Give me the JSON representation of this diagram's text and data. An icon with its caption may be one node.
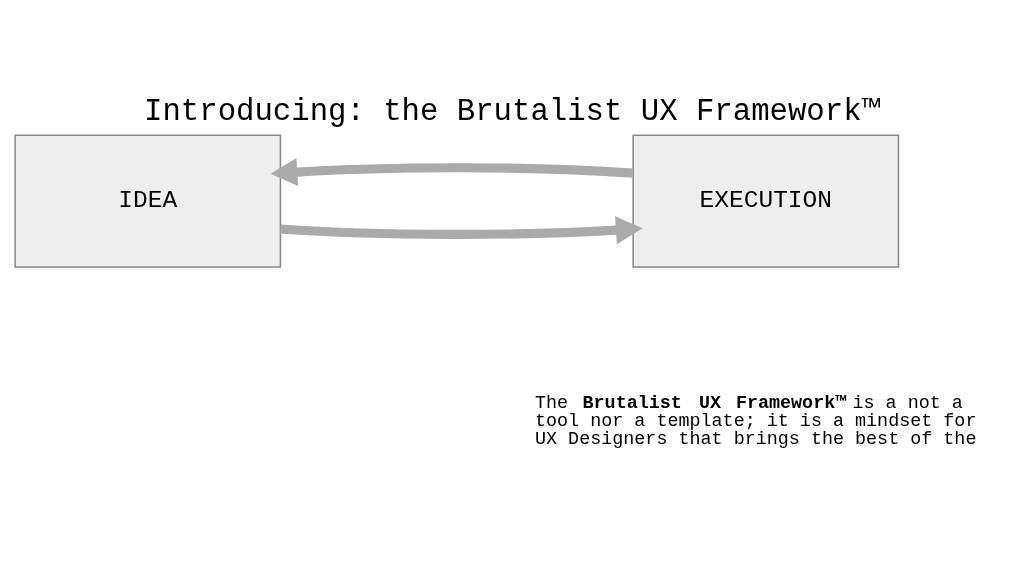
{
  "diagram": {
    "title": "Introducing: the Brutalist UX Framework™",
    "nodes": [
      {
        "text": [
          "IDEA"
        ]
      },
      {
        "text": [
          "EXECUTION"
        ]
      }
    ],
    "edges": [
      {
        "from": 0,
        "to": 1,
        "arrow": "to"
      },
      {
        "from": 1,
        "to": 0,
        "arrow": "to"
      }
    ],
    "labels": [
      "The **Brutalist UX Framework™** is a not a tool nor a template; it is a mindset for UX Designers that brings the best of the"
    ]
  }
}
